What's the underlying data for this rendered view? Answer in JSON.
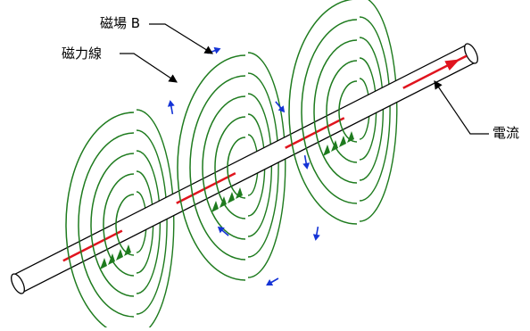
{
  "labels": {
    "magnetic_field": "磁場 B",
    "field_lines": "磁力線",
    "current": "電流"
  },
  "colors": {
    "field_line": "#1e7b1e",
    "current_line": "#e0141e",
    "current_arrow": "#e0141e",
    "field_direction_arrow": "#1433d6",
    "field_marker": "#1e7b1e",
    "wire_outline": "#000000"
  },
  "diagram": {
    "loops_per_set": 5,
    "field_sets": 3,
    "markers_per_set": 4
  }
}
